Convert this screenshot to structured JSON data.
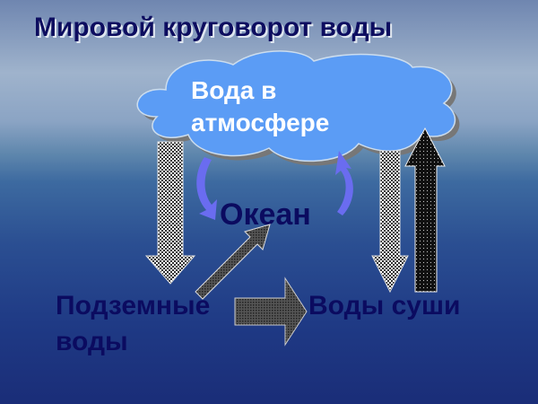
{
  "title": "Мировой круговорот воды",
  "nodes": {
    "atmosphere_line1": "Вода в",
    "atmosphere_line2": "атмосфере",
    "ocean": "Океан",
    "groundwater_line1": "Подземные",
    "groundwater_line2": "воды",
    "land_water": "Воды суши"
  },
  "colors": {
    "cloud": "#5b9cf5",
    "text": "#0b0b60",
    "curved_arrows": "#6a6cf0"
  }
}
